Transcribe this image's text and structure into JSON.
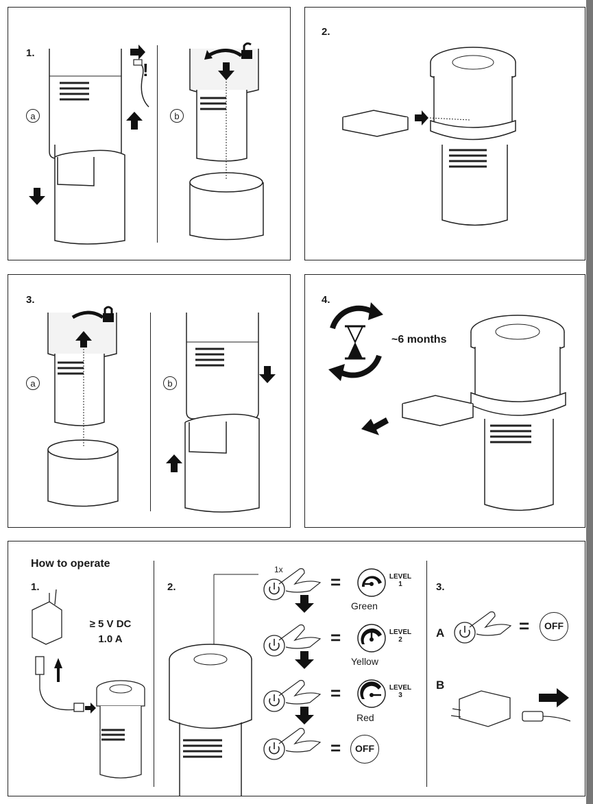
{
  "panels": {
    "p1": {
      "step": "1.",
      "sub_a": "a",
      "sub_b": "b"
    },
    "p2": {
      "step": "2."
    },
    "p3": {
      "step": "3.",
      "sub_a": "a",
      "sub_b": "b"
    },
    "p4": {
      "step": "4.",
      "interval": "~6 months"
    }
  },
  "operate": {
    "title": "How to operate",
    "col1": {
      "step": "1.",
      "spec_voltage": "≥ 5 V DC",
      "spec_current": "1.0 A"
    },
    "col2": {
      "step": "2.",
      "press_count": "1x",
      "rows": [
        {
          "level_word": "LEVEL",
          "level_num": "1",
          "color": "Green"
        },
        {
          "level_word": "LEVEL",
          "level_num": "2",
          "color": "Yellow"
        },
        {
          "level_word": "LEVEL",
          "level_num": "3",
          "color": "Red"
        },
        {
          "off": "OFF"
        }
      ],
      "equals": "="
    },
    "col3": {
      "step": "3.",
      "a_label": "A",
      "b_label": "B",
      "off": "OFF",
      "equals": "="
    }
  }
}
